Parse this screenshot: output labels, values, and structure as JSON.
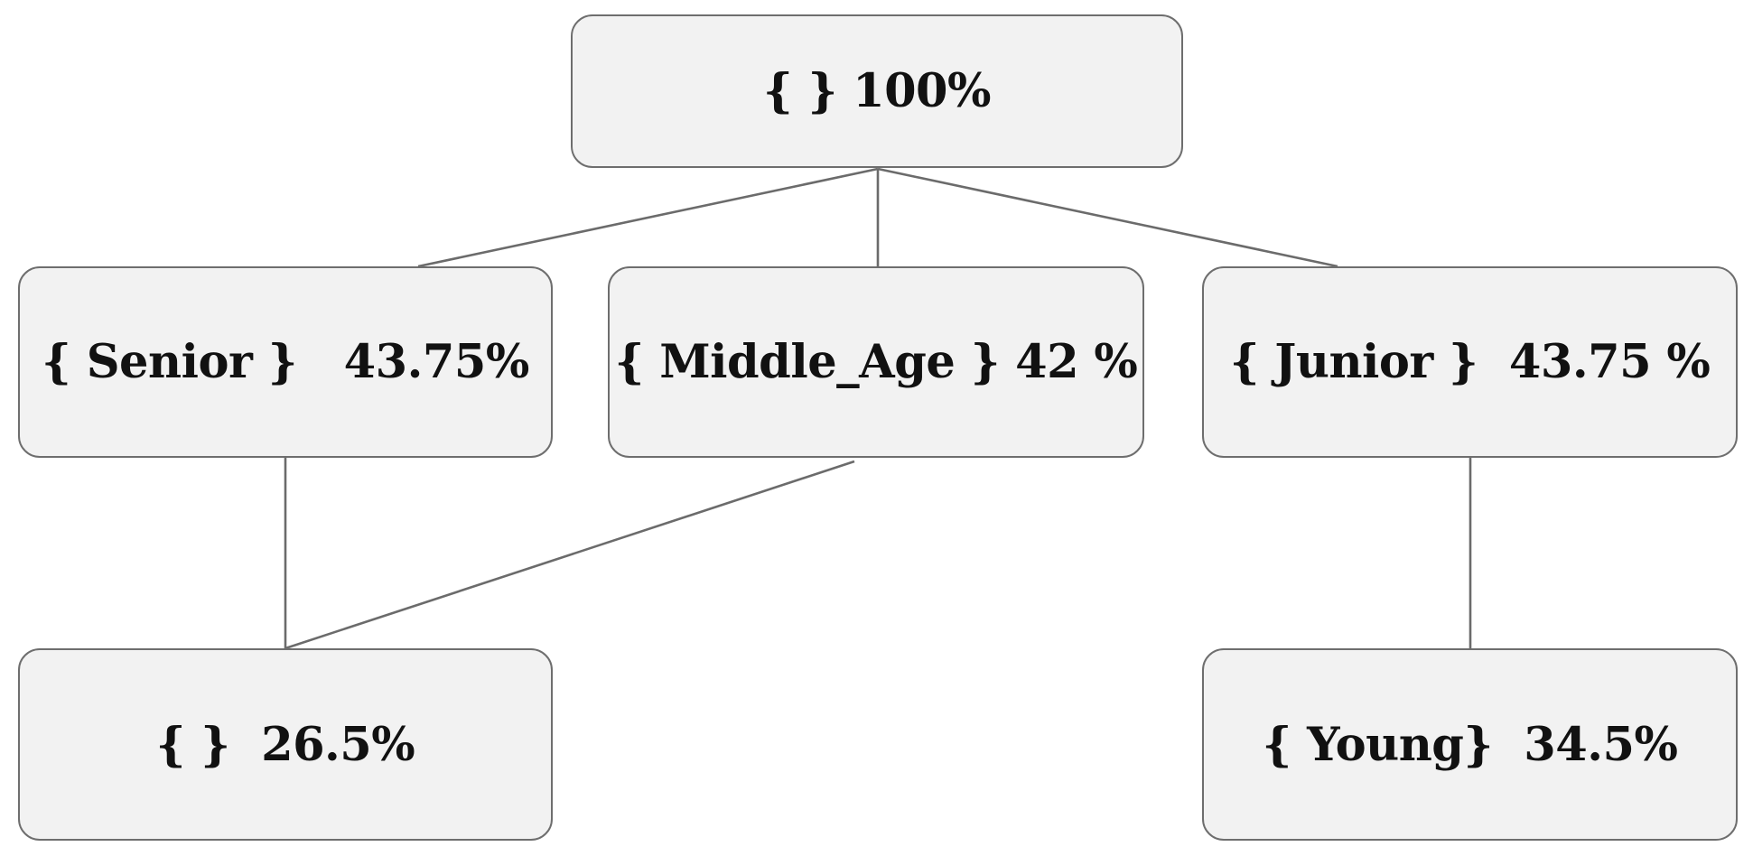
{
  "diagram": {
    "nodes": [
      {
        "id": "root",
        "label": "{ } 100%"
      },
      {
        "id": "senior",
        "label": "{ Senior }   43.75%"
      },
      {
        "id": "middle",
        "label": "{ Middle_Age } 42 %"
      },
      {
        "id": "junior",
        "label": "{ Junior }  43.75 %"
      },
      {
        "id": "empty",
        "label": "{ }  26.5%"
      },
      {
        "id": "young",
        "label": "{ Young}  34.5%"
      }
    ],
    "edges": [
      {
        "from": "root",
        "to": "senior"
      },
      {
        "from": "root",
        "to": "middle"
      },
      {
        "from": "root",
        "to": "junior"
      },
      {
        "from": "senior",
        "to": "empty"
      },
      {
        "from": "middle",
        "to": "empty"
      },
      {
        "from": "junior",
        "to": "young"
      }
    ],
    "colors": {
      "node_fill": "#f2f2f2",
      "node_border": "#6e6e6e",
      "edge": "#6b6b6b",
      "text": "#111111"
    }
  }
}
